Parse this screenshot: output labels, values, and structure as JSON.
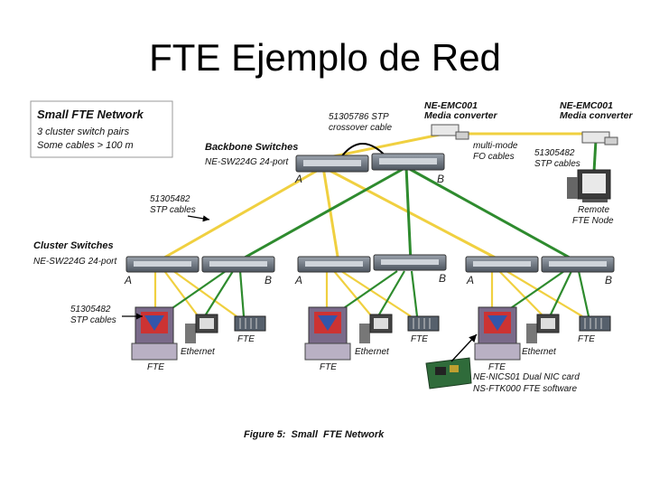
{
  "title": "FTE Ejemplo de Red",
  "info_box": {
    "heading": "Small FTE Network",
    "line1": "3 cluster switch pairs",
    "line2": "Some cables > 100 m"
  },
  "labels": {
    "crossover_part": "51305786 STP",
    "crossover_desc": "crossover cable",
    "media_conv1_part": "NE-EMC001",
    "media_conv1_desc": "Media converter",
    "media_conv2_part": "NE-EMC001",
    "media_conv2_desc": "Media converter",
    "fo_line1": "multi-mode",
    "fo_line2": "FO cables",
    "stp_right_part": "51305482",
    "stp_right_desc": "STP cables",
    "backbone_title": "Backbone Switches",
    "backbone_model": "NE-SW224G 24-port",
    "stp_mid_part": "51305482",
    "stp_mid_desc": "STP cables",
    "remote_line1": "Remote",
    "remote_line2": "FTE Node",
    "cluster_title": "Cluster Switches",
    "cluster_model": "NE-SW224G 24-port",
    "stp_left_part": "51305482",
    "stp_left_desc": "STP cables",
    "nic_line1": "NE-NICS01 Dual NIC card",
    "nic_line2": "NS-FTK000 FTE software"
  },
  "ab_labels": {
    "backbone_a": "A",
    "backbone_b": "B",
    "cluster1_a": "A",
    "cluster1_b": "B",
    "cluster2_a": "A",
    "cluster2_b": "B",
    "cluster3_a": "A",
    "cluster3_b": "B"
  },
  "groups": [
    {
      "computer_label": "Ethernet",
      "rack_label": "FTE",
      "station_label": "FTE"
    },
    {
      "computer_label": "Ethernet",
      "rack_label": "FTE",
      "station_label": "FTE"
    },
    {
      "computer_label": "Ethernet",
      "rack_label": "FTE",
      "station_label": "FTE"
    }
  ],
  "caption": "Figure 5:  Small  FTE Network",
  "colors": {
    "yellow_cable": "#f0d040",
    "green_cable": "#2e8b2e",
    "switch_body": "#6f7782"
  }
}
